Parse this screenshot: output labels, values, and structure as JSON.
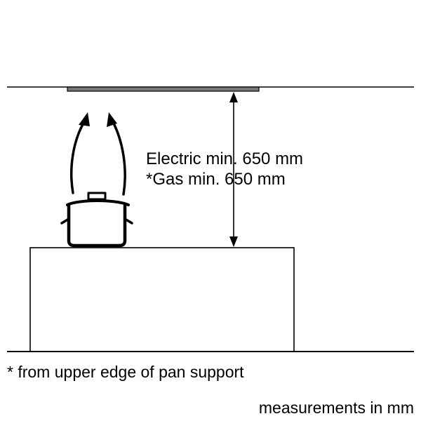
{
  "labels": {
    "electric": "Electric min. 650 mm",
    "gas": "*Gas min. 650 mm",
    "footnote": "* from upper edge of pan support",
    "units": "measurements in mm"
  },
  "colors": {
    "line": "#000000",
    "hood": "#777777",
    "background": "#ffffff"
  },
  "icons": [
    "cooking-pot-icon",
    "steam-arrow-icon",
    "dimension-arrow-icon"
  ]
}
